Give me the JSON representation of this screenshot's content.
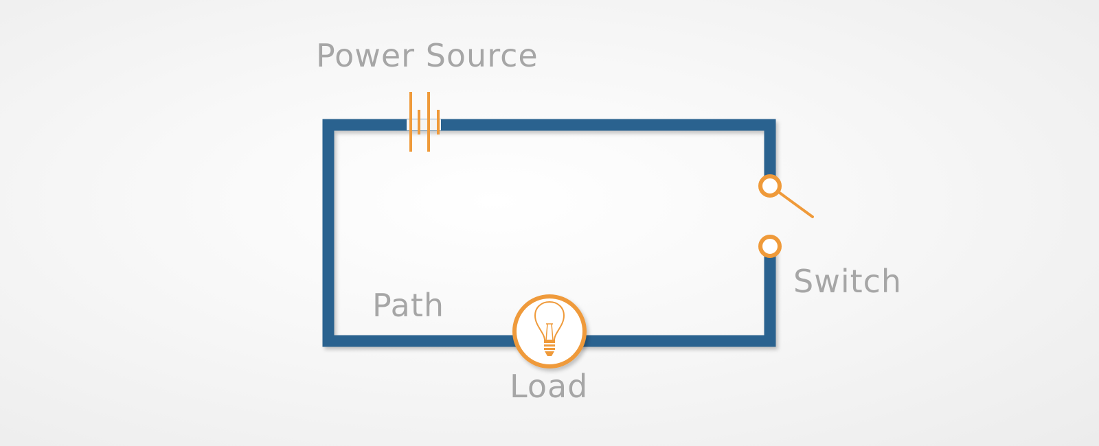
{
  "labels": {
    "power_source": "Power Source",
    "path": "Path",
    "switch": "Switch",
    "load": "Load"
  },
  "colors": {
    "wire": "#2c628f",
    "component": "#ef9a3a",
    "label": "#a6a6a6",
    "background": "#f5f5f5",
    "fill": "#ffffff"
  },
  "icons": {
    "battery": "battery-icon",
    "switch": "switch-icon",
    "load": "lightbulb-icon"
  }
}
